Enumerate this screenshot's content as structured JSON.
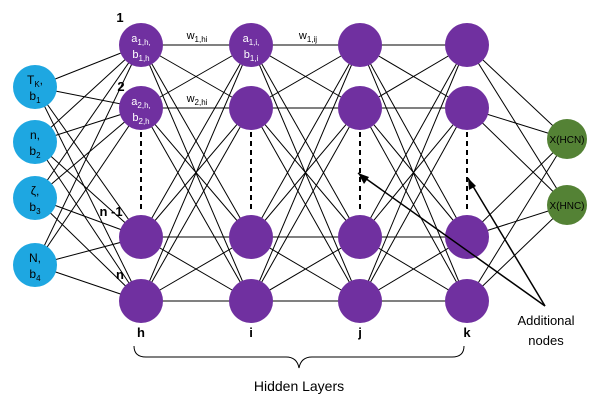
{
  "colors": {
    "input": "#1ea7e1",
    "hidden": "#7030a0",
    "output": "#548235",
    "edge": "#000000"
  },
  "input_nodes": [
    {
      "line1": "Tk,",
      "line2": "b1",
      "sub1": "K",
      "sub2": "1"
    },
    {
      "line1": "n,",
      "line2": "b2",
      "sub2": "2"
    },
    {
      "line1": "ζ,",
      "line2": "b3",
      "sub2": "3"
    },
    {
      "line1": "N,",
      "line2": "b4",
      "sub2": "4"
    }
  ],
  "hidden_node_labels": {
    "h1": {
      "a": "a1,h,",
      "b": "b1,h"
    },
    "h2": {
      "a": "a2,h,",
      "b": "b2,h"
    },
    "i1": {
      "a": "a1,i,",
      "b": "b1,i"
    }
  },
  "row_labels": [
    "1",
    "2",
    "n -1",
    "n"
  ],
  "layer_labels": [
    "h",
    "i",
    "j",
    "k"
  ],
  "weight_labels": [
    "w1,hi",
    "w1,ij",
    "w2,hi"
  ],
  "output_nodes": [
    "X(HCN)",
    "X(HNC)"
  ],
  "annotation": "Additional nodes",
  "annotation_lines": [
    "Additional",
    "nodes"
  ],
  "brace_label": "Hidden Layers"
}
